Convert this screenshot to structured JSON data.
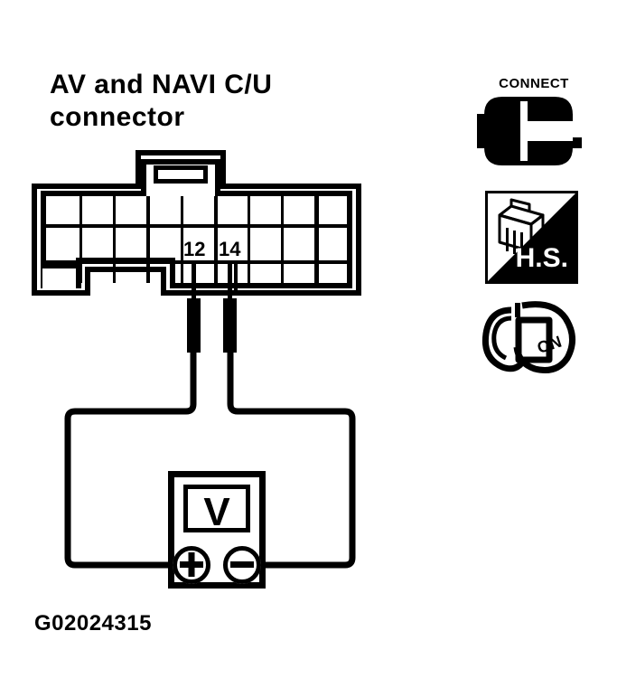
{
  "figure": {
    "caption": "G02024315",
    "background_color": "#ffffff",
    "ink_color": "#000000",
    "title_line_1": "AV and NAVI C/U",
    "title_line_2": "connector"
  },
  "connector": {
    "name": "AV and NAVI C/U connector",
    "rows": 3,
    "columns": 9,
    "labeled_pins": [
      {
        "number": "12",
        "row": 2,
        "column": 5
      },
      {
        "number": "14",
        "row": 2,
        "column": 6
      }
    ]
  },
  "meter": {
    "type": "voltmeter",
    "display_label": "V",
    "positive_terminal": "+",
    "negative_terminal": "-"
  },
  "badges": [
    {
      "id": "connect",
      "label": "CONNECT",
      "icon": "connector-plug-icon",
      "description": "Connect the connector"
    },
    {
      "id": "hs",
      "label": "H.S.",
      "icon": "harness-connector-icon",
      "description": "Harness side view"
    },
    {
      "id": "ignition",
      "label": "ON",
      "icon": "ignition-key-icon",
      "description": "Ignition switch ON"
    }
  ]
}
